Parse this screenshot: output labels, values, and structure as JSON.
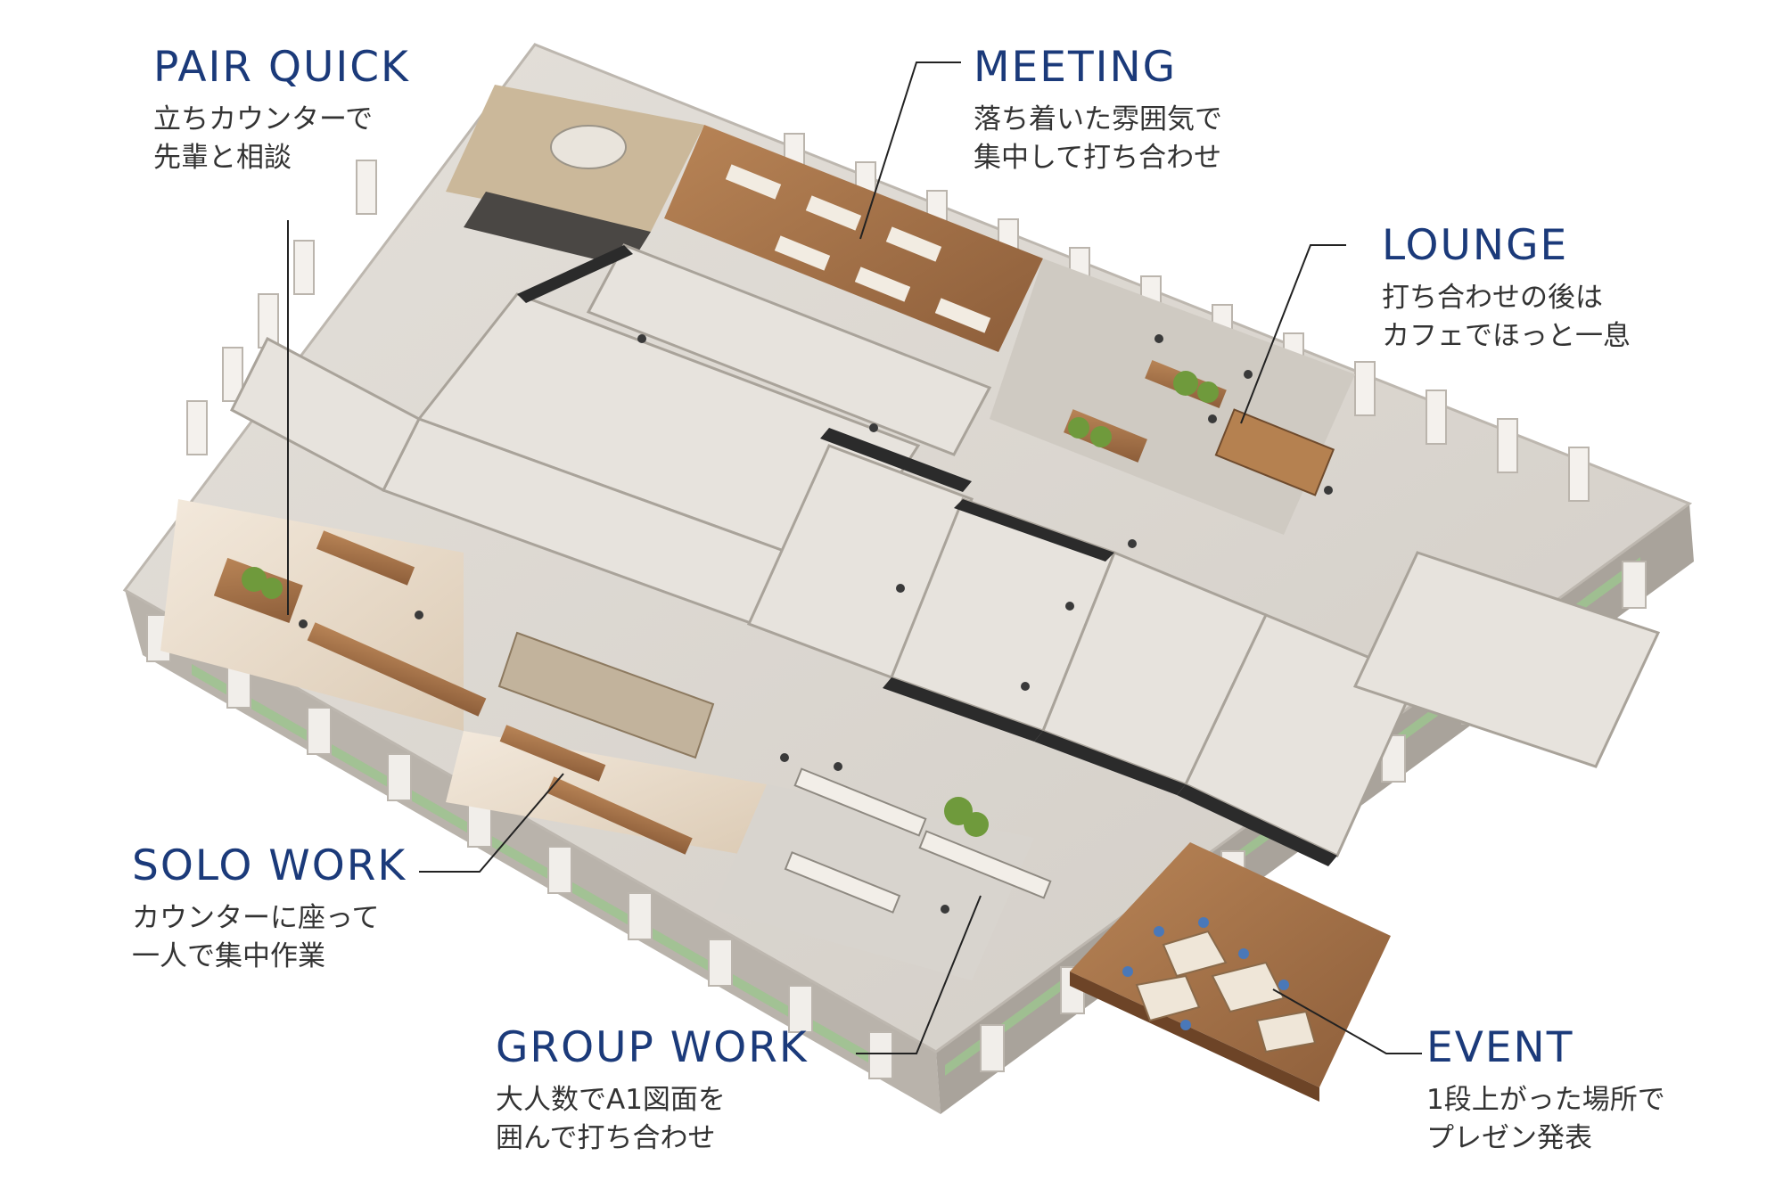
{
  "colors": {
    "title": "#1b3a7a",
    "caption": "#333333",
    "leader": "#222222",
    "wall_top": "#f1eeea",
    "wall_side": "#c9c4bd",
    "floor": "#dcd8d2",
    "wood": "#a9744a",
    "plant": "#6f9a3c",
    "glass": "#9ec48f"
  },
  "callouts": {
    "pair_quick": {
      "title": "PAIR QUICK",
      "lines": [
        "立ちカウンターで",
        "先輩と相談"
      ]
    },
    "meeting": {
      "title": "MEETING",
      "lines": [
        "落ち着いた雰囲気で",
        "集中して打ち合わせ"
      ]
    },
    "lounge": {
      "title": "LOUNGE",
      "lines": [
        "打ち合わせの後は",
        "カフェでほっと一息"
      ]
    },
    "solo_work": {
      "title": "SOLO WORK",
      "lines": [
        "カウンターに座って",
        "一人で集中作業"
      ]
    },
    "group_work": {
      "title": "GROUP WORK",
      "lines": [
        "大人数でA1図面を",
        "囲んで打ち合わせ"
      ]
    },
    "event": {
      "title": "EVENT",
      "lines": [
        "1段上がった場所で",
        "プレゼン発表"
      ]
    }
  }
}
